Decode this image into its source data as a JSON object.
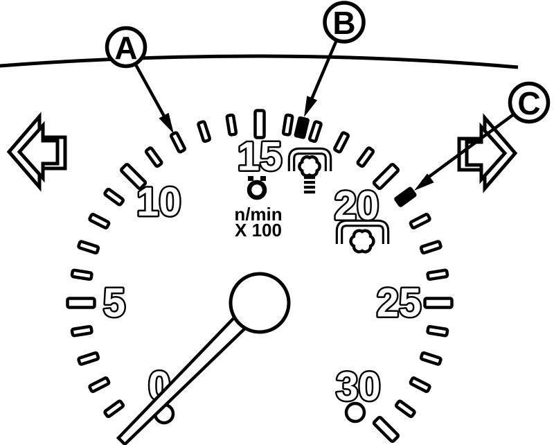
{
  "colors": {
    "ink": "#000000",
    "paper": "#ffffff"
  },
  "diagram": {
    "kind": "tachometer-instrument-illustration",
    "gauge": {
      "min": 0,
      "max": 30,
      "labels": [
        "0",
        "5",
        "10",
        "15",
        "20",
        "25",
        "30"
      ],
      "label_values": [
        0,
        5,
        10,
        15,
        20,
        25,
        30
      ],
      "minor_tick_step": 1,
      "marker_values": [
        16.5,
        21
      ],
      "needle_value": 0,
      "unit_line1": "n/min",
      "unit_line2": "X 100"
    },
    "callouts": [
      {
        "label": "A",
        "target_value": 12
      },
      {
        "label": "B",
        "target_value": 16.5
      },
      {
        "label": "C",
        "target_value": 21
      }
    ],
    "icons": [
      {
        "name": "left-turn-arrow-icon"
      },
      {
        "name": "right-turn-arrow-icon"
      },
      {
        "name": "engine-speed-icon"
      },
      {
        "name": "gear-clamp-screw-icon"
      },
      {
        "name": "gear-clamp-icon"
      }
    ]
  }
}
